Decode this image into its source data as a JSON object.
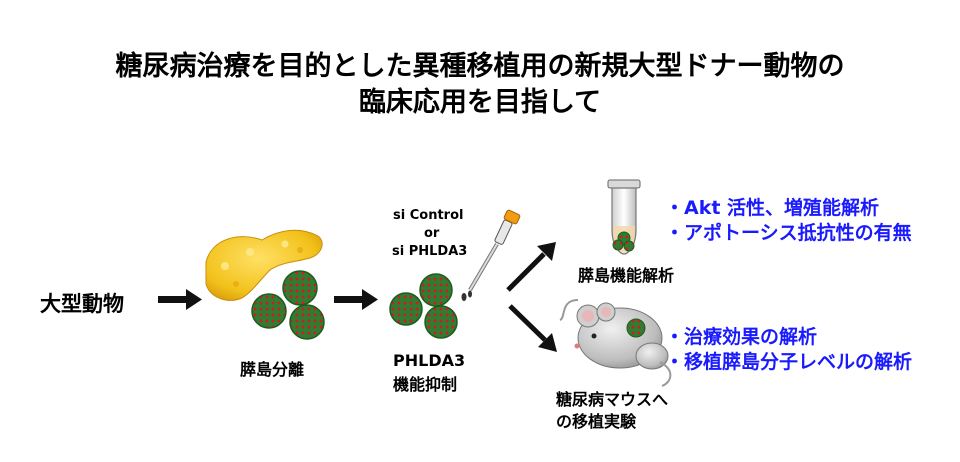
{
  "title": {
    "line1": "糖尿病治療を目的とした異種移植用の新規大型ドナー動物の",
    "line2": "臨床応用を目指して"
  },
  "steps": {
    "source_animal": "大型動物",
    "islet_isolation": "膵島分離",
    "knockdown_line1": "PHLDA3",
    "knockdown_line2": "機能抑制",
    "sirna_line1": "si Control",
    "sirna_line2": "or",
    "sirna_line3": "si PHLDA3",
    "function_analysis": "膵島機能解析",
    "transplant_line1": "糖尿病マウスへ",
    "transplant_line2": "の移植実験"
  },
  "outcomes": {
    "in_vitro_1": "・Akt 活性、増殖能解析",
    "in_vitro_2": "・アポトーシス抵抗性の有無",
    "in_vivo_1": "・治療効果の解析",
    "in_vivo_2": "・移植膵島分子レベルの解析"
  },
  "colors": {
    "highlight_text": "#1a1aff",
    "islet_dots": "#cc1f1f",
    "islet_body": "#2e7d32",
    "pancreas": "#f2c21b"
  },
  "icons": [
    "pancreas-icon",
    "islet-cluster-icon",
    "pipette-icon",
    "tube-icon",
    "mouse-icon",
    "arrow-icon"
  ]
}
